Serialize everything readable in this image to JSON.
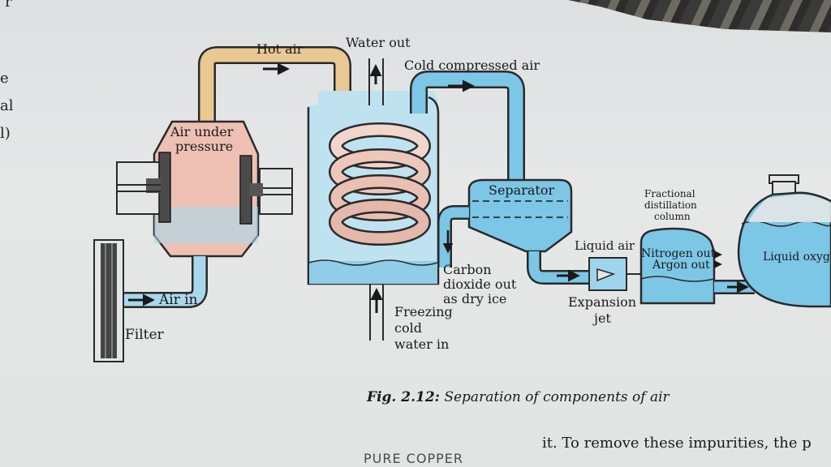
{
  "figure": {
    "caption_number": "Fig. 2.12:",
    "caption_text": "Separation of components of air"
  },
  "labels": {
    "hot_air": "Hot air",
    "water_out": "Water out",
    "cold_compressed_air": "Cold compressed air",
    "air_under": "Air under",
    "pressure": "pressure",
    "separator": "Separator",
    "fractional": "Fractional",
    "distillation": "distillation",
    "column": "column",
    "liquid_air": "Liquid air",
    "nitrogen_out": "Nitrogen out",
    "argon_out": "Argon out",
    "liquid_oxygen": "Liquid oxyge",
    "carbon": "Carbon",
    "dioxide_out": "dioxide out",
    "as_dry_ice": "as dry ice",
    "freezing": "Freezing",
    "cold": "cold",
    "water_in": "water in",
    "expansion": "Expansion",
    "jet": "jet",
    "air_in": "Air in",
    "filter": "Filter"
  },
  "page_text": {
    "body_line": "it. To remove these impurities, the p",
    "heading_fragment": "PURE COPPER",
    "left_margin": [
      "r",
      "e",
      "al",
      "l)"
    ]
  },
  "colors": {
    "hot_air": "#e9c892",
    "cold_blue": "#7cc6e6",
    "compressor_pink": "#edc0b3",
    "outline": "#2a2a2a",
    "paper": "#e3e5e5"
  }
}
